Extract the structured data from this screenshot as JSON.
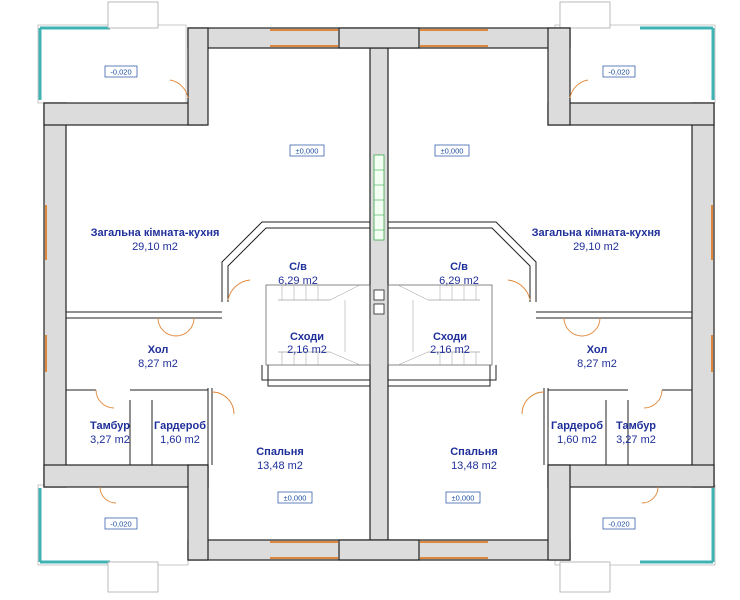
{
  "colors": {
    "label": "#1f2f9a",
    "wall_fill": "#dcdcdc",
    "wall_stroke": "#222222",
    "window": "#e0883a",
    "terrace_glass": "#3fb3b3",
    "level_box": "#1d4ea0",
    "stair_partition": "#3aa84a"
  },
  "rooms": {
    "living_left": {
      "name": "Загальна кімната-кухня",
      "area": "29,10 m2"
    },
    "living_right": {
      "name": "Загальна кімната-кухня",
      "area": "29,10 m2"
    },
    "bath_left": {
      "name": "С/в",
      "area": "6,29 m2"
    },
    "bath_right": {
      "name": "С/в",
      "area": "6,29 m2"
    },
    "stairs_left": {
      "name": "Сходи",
      "area": "2,16 m2"
    },
    "stairs_right": {
      "name": "Сходи",
      "area": "2,16 m2"
    },
    "hall_left": {
      "name": "Хол",
      "area": "8,27 m2"
    },
    "hall_right": {
      "name": "Хол",
      "area": "8,27 m2"
    },
    "vest_left": {
      "name": "Тамбур",
      "area": "3,27 m2"
    },
    "vest_right": {
      "name": "Тамбур",
      "area": "3,27 m2"
    },
    "ward_left": {
      "name": "Гардероб",
      "area": "1,60 m2"
    },
    "ward_right": {
      "name": "Гардероб",
      "area": "1,60 m2"
    },
    "bed_left": {
      "name": "Спальня",
      "area": "13,48 m2"
    },
    "bed_right": {
      "name": "Спальня",
      "area": "13,48 m2"
    }
  },
  "levels": {
    "terrace_tl": "-0,020",
    "terrace_tr": "-0,020",
    "terrace_bl": "-0,020",
    "terrace_br": "-0,020",
    "living_left": "±0,000",
    "living_right": "±0,000",
    "bed_left": "±0,000",
    "bed_right": "±0,000"
  }
}
